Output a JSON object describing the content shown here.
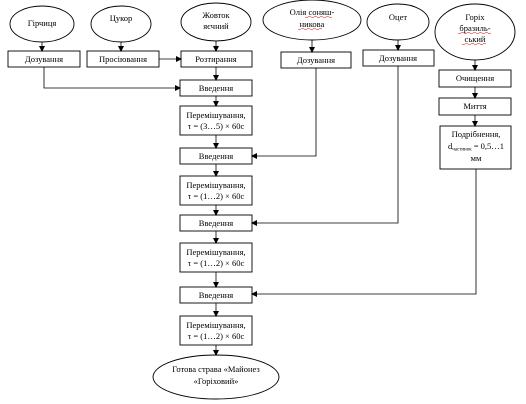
{
  "ingredients": {
    "mustard": "Гірчиця",
    "sugar": "Цукор",
    "yolk_1": "Жовток",
    "yolk_2": "яєчний",
    "oil_1": "Олія соняш-",
    "oil_2": "никова",
    "vinegar": "Оцет",
    "nut_1": "Горіх",
    "nut_2": "бразиль-",
    "nut_3": "ський"
  },
  "steps": {
    "dosing": "Дозування",
    "sifting": "Просіювання",
    "grinding": "Розтирання",
    "introduction": "Введення",
    "mixing": "Перемішування,",
    "time_1": "τ = (3…5) × 60с",
    "time_2": "τ = (1…2) × 60с",
    "cleaning": "Очищення",
    "washing": "Миття",
    "crushing": "Подрібнення,",
    "particle_d": "d",
    "particle_sub": "частинок",
    "particle_range": " = 0,5…1",
    "particle_unit": "мм"
  },
  "result": {
    "line_1": "Готова страва «Майонез",
    "line_2": "«Горіховий»"
  }
}
